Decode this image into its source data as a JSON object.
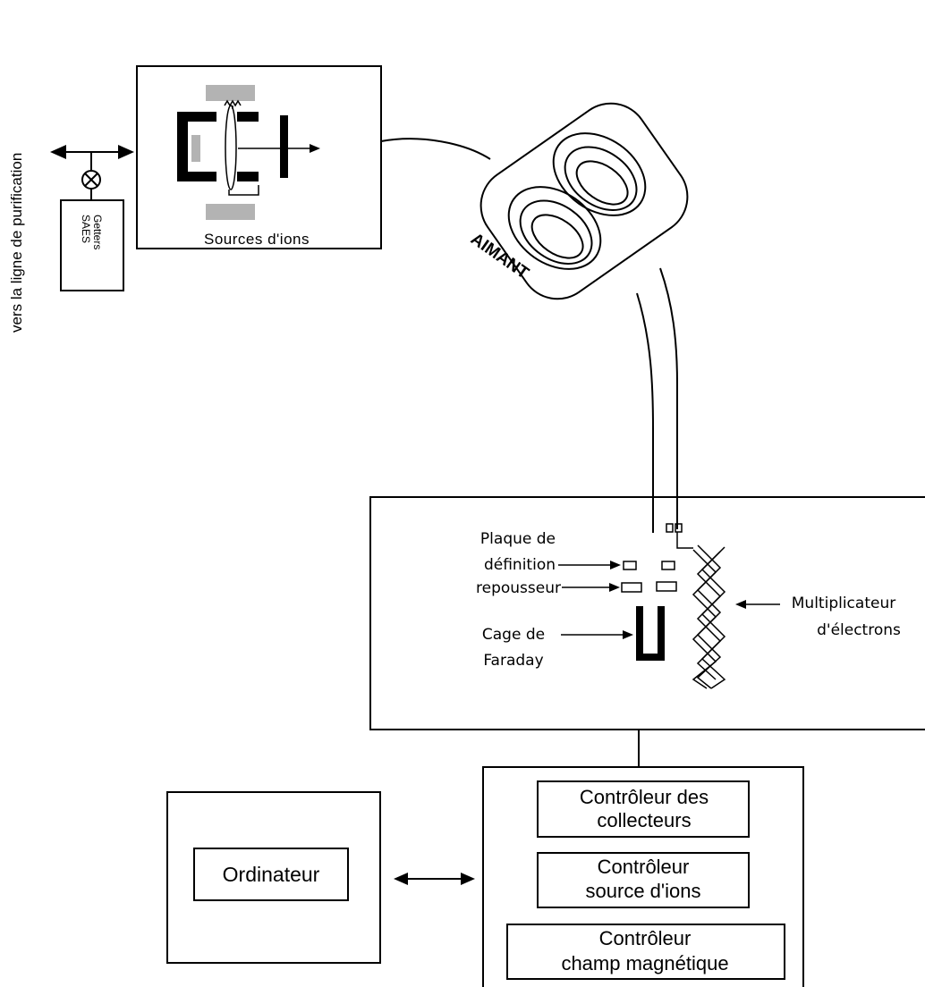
{
  "side_label": "vers la ligne de purification",
  "getter": {
    "line1": "SAES",
    "line2": "Getters"
  },
  "source_box": {
    "label": "Sources d'ions"
  },
  "magnet": {
    "label": "AIMANT"
  },
  "collector": {
    "plaque_line1": "Plaque de",
    "plaque_line2": "définition",
    "repousseur": "repousseur",
    "cage_line1": "Cage de",
    "cage_line2": "Faraday",
    "mult_line1": "Multiplicateur",
    "mult_line2": "d'électrons"
  },
  "computer": {
    "label": "Ordinateur"
  },
  "controllers": [
    {
      "line1": "Contrôleur des",
      "line2": "collecteurs"
    },
    {
      "line1": "Contrôleur",
      "line2": "source d'ions"
    },
    {
      "line1": "Contrôleur",
      "line2": "champ magnétique"
    }
  ],
  "colors": {
    "stroke": "#000000",
    "grey_plate": "#b3b3b3",
    "background": "#ffffff"
  }
}
